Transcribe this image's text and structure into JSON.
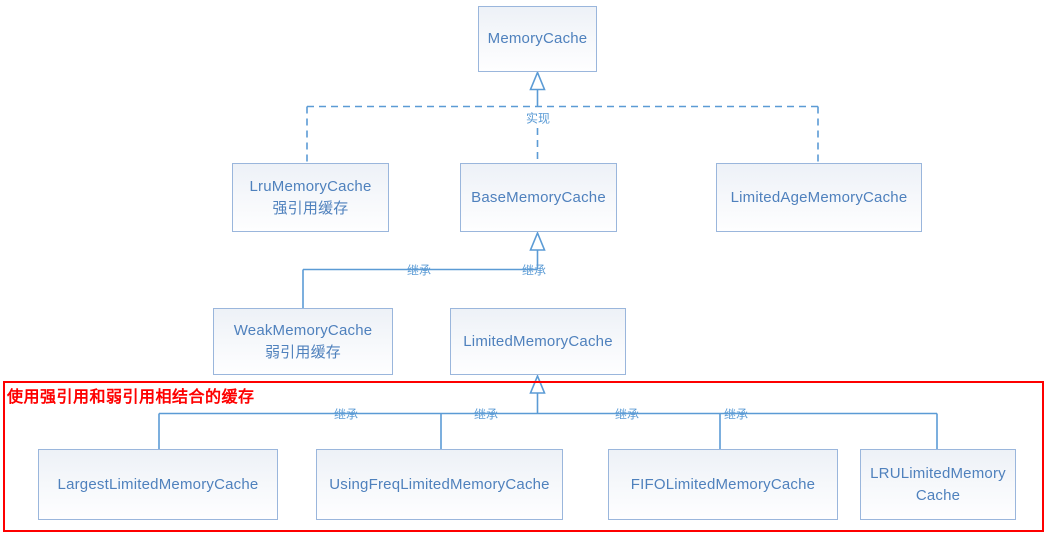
{
  "diagram": {
    "title": "MemoryCache inheritance diagram",
    "nodes": {
      "memory_cache": {
        "label": "MemoryCache"
      },
      "lru_memory_cache": {
        "label": "LruMemoryCache",
        "sublabel": "强引用缓存"
      },
      "base_memory_cache": {
        "label": "BaseMemoryCache"
      },
      "limited_age_memory_cache": {
        "label": "LimitedAgeMemoryCache"
      },
      "weak_memory_cache": {
        "label": "WeakMemoryCache",
        "sublabel": "弱引用缓存"
      },
      "limited_memory_cache": {
        "label": "LimitedMemoryCache"
      },
      "largest_limited_memory_cache": {
        "label": "LargestLimitedMemoryCache"
      },
      "using_freq_limited_memory_cache": {
        "label": "UsingFreqLimitedMemoryCache"
      },
      "fifo_limited_memory_cache": {
        "label": "FIFOLimitedMemoryCache"
      },
      "lru_limited_memory_cache": {
        "label": "LRULimitedMemory",
        "sublabel": "Cache"
      }
    },
    "edge_labels": {
      "realize": "实现",
      "inherit": "继承"
    },
    "annotation": {
      "label": "使用强引用和弱引用相结合的缓存",
      "color": "#fe0000"
    },
    "colors": {
      "connector": "#5b9bd5",
      "node_border": "#9ab6dc",
      "node_text": "#4f81bd",
      "annotation": "#fe0000"
    }
  }
}
